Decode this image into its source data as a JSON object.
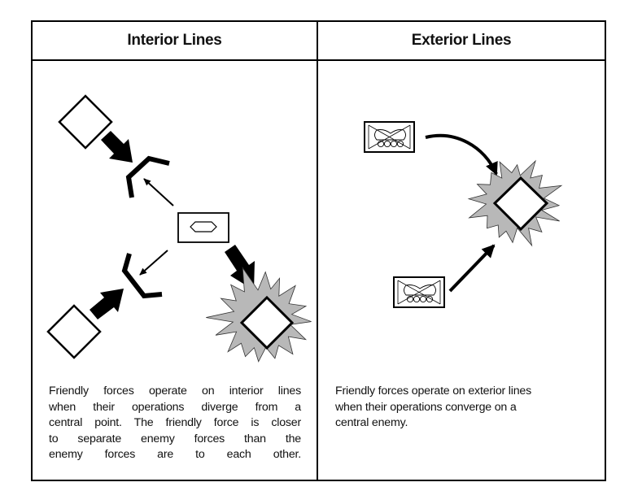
{
  "table": {
    "columns": [
      {
        "title": "Interior Lines",
        "caption_lines": [
          "Friendly forces operate on interior lines",
          "when their operations diverge from a",
          "central point. The friendly force is closer",
          "to separate enemy forces than the",
          "enemy forces are to each other."
        ]
      },
      {
        "title": "Exterior Lines",
        "caption_lines": [
          "Friendly forces operate on exterior lines",
          "when their operations converge on a",
          "central enemy."
        ]
      }
    ]
  },
  "colors": {
    "line": "#000000",
    "burst_fill": "#b8b8b8",
    "background": "#ffffff"
  },
  "symbols": {
    "enemy_unit": "diamond",
    "friendly_unit": "unit-box",
    "engagement": "starburst",
    "blocking_position": "bracket"
  }
}
